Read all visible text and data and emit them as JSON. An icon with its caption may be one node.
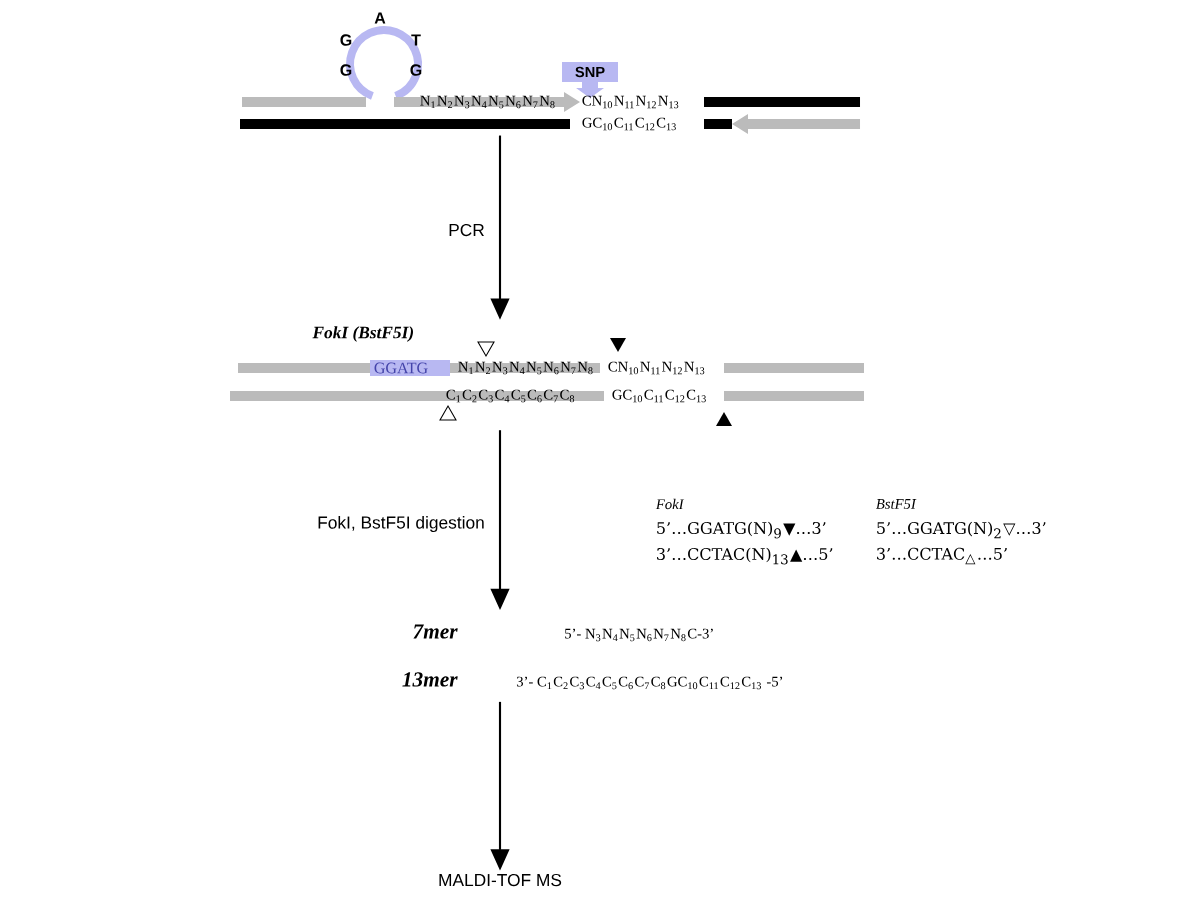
{
  "diagram": {
    "nodes": [
      {
        "text": [],
        "shape": "picture"
      },
      {
        "text": [],
        "shape": "picture"
      },
      {
        "text": [
          "7mer",
          "5’- N$_{3}$N$_{4}$N$_{5}$N$_{6}$N$_{7}$N$_{8}$C-3’",
          "13mer",
          "3’- C$_{1}$C$_{2}$C$_{3}$C$_{4}$C$_{5}$C$_{6}$C$_{7}$C$_{8}$GC$_{10}$C$_{11}$C$_{12}$C$_{13}$ -5’"
        ]
      },
      {
        "text": [
          "MALDI-TOF MS"
        ]
      }
    ],
    "edges": [
      {
        "from": 0,
        "to": 1,
        "arrow": "to",
        "label": "PCR"
      },
      {
        "from": 1,
        "to": 2,
        "arrow": "to",
        "label": "FokI, BstF5I digestion"
      },
      {
        "from": 2,
        "to": 3,
        "arrow": "to"
      }
    ],
    "labels": [
      "A",
      "G",
      "T",
      "G",
      "G",
      "SNP",
      "N$_{1}$N$_{2}$N$_{3}$N$_{4}$N$_{5}$N$_{6}$N$_{7}$N$_{8}$",
      "CN$_{10}$N$_{11}$N$_{12}$N$_{13}$",
      "GC$_{10}$C$_{11}$C$_{12}$C$_{13}$",
      "FokI (BstF5I)",
      "GGATG",
      "N$_{1}$N$_{2}$N$_{3}$N$_{4}$N$_{5}$N$_{6}$N$_{7}$N$_{8}$",
      "CN$_{10}$N$_{11}$N$_{12}$N$_{13}$",
      "C$_{1}$C$_{2}$C$_{3}$C$_{4}$C$_{5}$C$_{6}$C$_{7}$C$_{8}$",
      "GC$_{10}$C$_{11}$C$_{12}$C$_{13}$",
      "FokI",
      "BstF5I",
      "5’…GGATG(N)$_{9}$▼…3’",
      "5’…GGATG(N)$_{2}$▽…3’",
      "3’…CCTAC(N)$_{13}$▲…5’",
      "3’…CCTAC$_{△}$…5’"
    ]
  }
}
